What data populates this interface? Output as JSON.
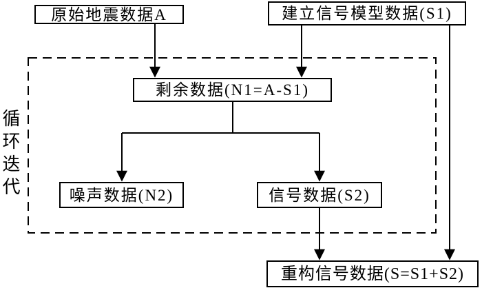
{
  "diagram": {
    "loop_label": "循环迭代",
    "nodes": {
      "original": {
        "label": "原始地震数据A"
      },
      "model": {
        "label": "建立信号模型数据(S1)"
      },
      "residual": {
        "label": "剩余数据(N1=A-S1)"
      },
      "noise": {
        "label": "噪声数据(N2)"
      },
      "signal": {
        "label": "信号数据(S2)"
      },
      "reconstructed": {
        "label": "重构信号数据(S=S1+S2)"
      }
    },
    "edges": [
      "original -> residual",
      "model -> residual",
      "residual -> noise",
      "residual -> signal",
      "signal -> reconstructed",
      "model -> reconstructed"
    ],
    "colors": {
      "line": "#000000",
      "background": "#ffffff",
      "text": "#000000"
    }
  }
}
